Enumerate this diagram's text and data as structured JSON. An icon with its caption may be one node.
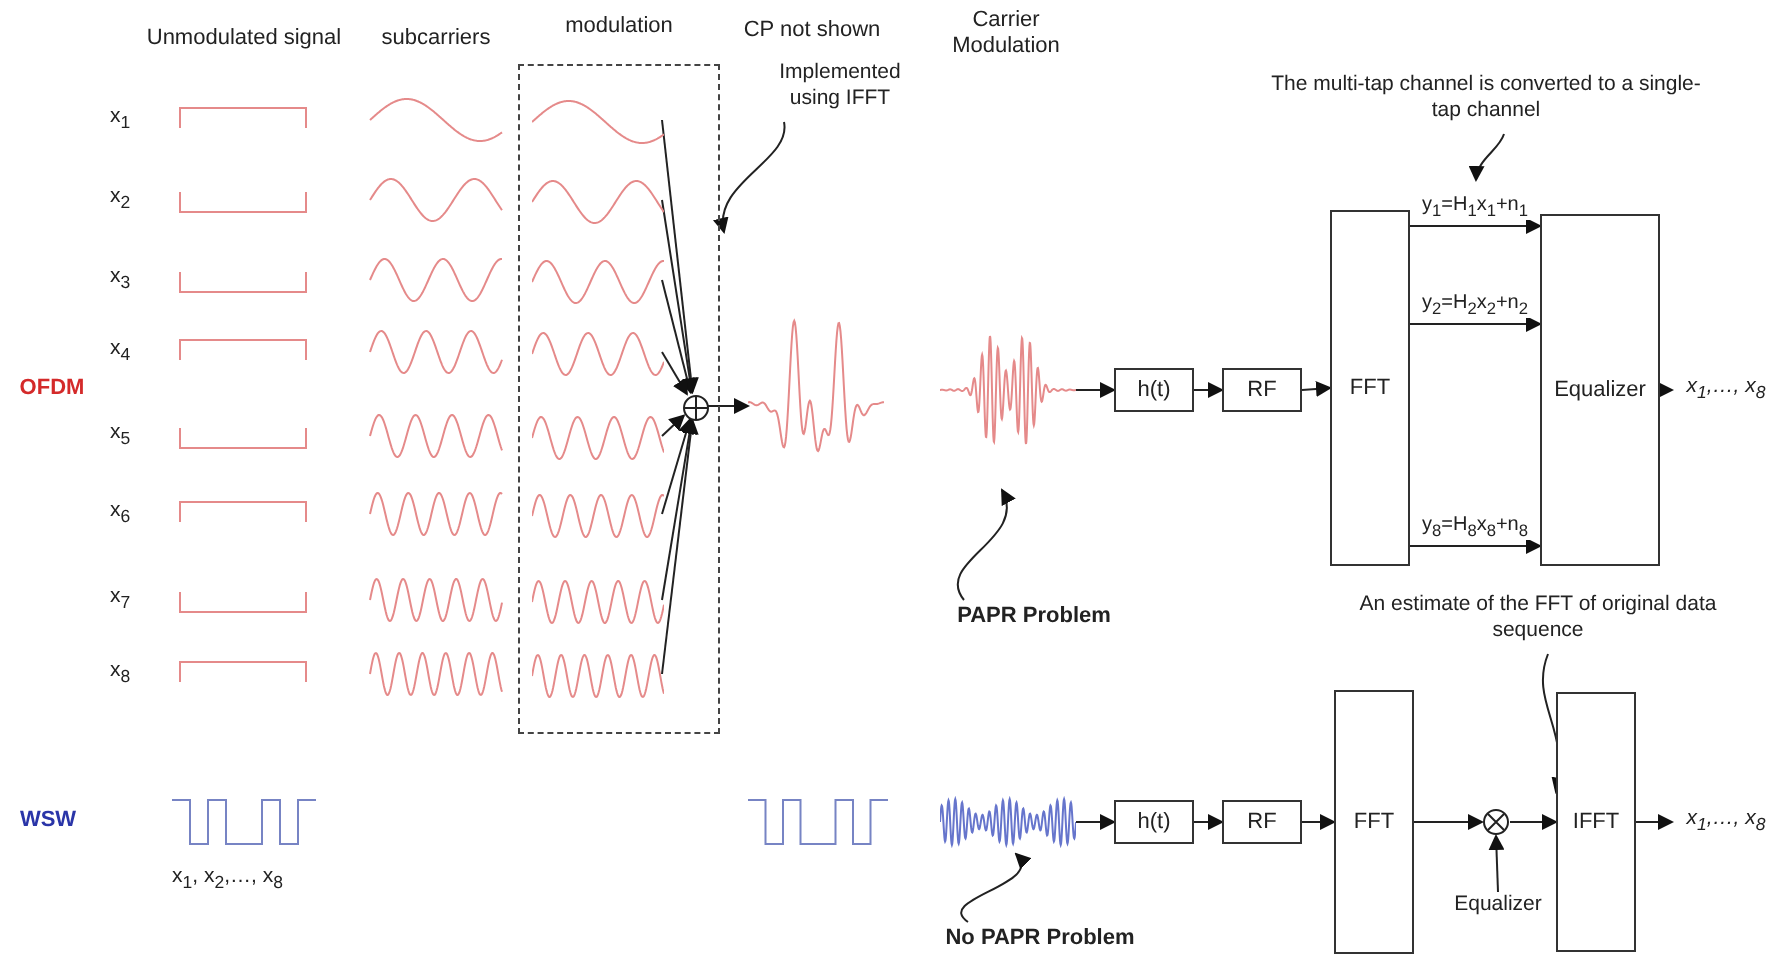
{
  "diagram": {
    "nodes": [
      {
        "text": [
          "modulation"
        ]
      },
      {
        "text": [],
        "shape": "picture",
        "in": 0
      },
      {
        "text": [],
        "shape": "picture",
        "in": 0
      },
      {
        "text": [],
        "shape": "picture",
        "in": 0
      },
      {
        "text": [],
        "shape": "picture",
        "in": 0
      },
      {
        "text": [],
        "shape": "picture",
        "in": 0
      },
      {
        "text": [],
        "shape": "picture",
        "in": 0
      },
      {
        "text": [],
        "shape": "picture",
        "in": 0
      },
      {
        "text": [],
        "shape": "picture",
        "in": 0
      },
      {
        "text": [],
        "shape": "circle",
        "in": 0
      },
      {
        "text": [],
        "shape": "picture"
      },
      {
        "text": [
          "Implemented using IFFT"
        ]
      },
      {
        "text": [],
        "shape": "picture"
      },
      {
        "text": [
          "PAPR Problem"
        ]
      },
      {
        "text": [
          "h(t)"
        ]
      },
      {
        "text": [
          "RF"
        ]
      },
      {
        "text": [
          "FFT"
        ]
      },
      {
        "text": [
          "Equalizer"
        ]
      },
      {
        "text": [
          "x$_{1}$,…, x$_{8}$"
        ]
      },
      {
        "text": [
          "The multi-tap channel is converted to a single-tap channel"
        ]
      },
      {
        "text": [],
        "shape": "picture",
        "beside": [
          "x$_{1}$, x$_{2}$,…, x$_{8}$"
        ]
      },
      {
        "text": [],
        "shape": "picture"
      },
      {
        "text": [],
        "shape": "picture"
      },
      {
        "text": [
          "No PAPR Problem"
        ]
      },
      {
        "text": [
          "h(t)"
        ]
      },
      {
        "text": [
          "RF"
        ]
      },
      {
        "text": [
          "FFT"
        ]
      },
      {
        "text": [],
        "shape": "circle"
      },
      {
        "text": [
          "IFFT"
        ]
      },
      {
        "text": [
          "x$_{1}$,…, x$_{8}$"
        ]
      },
      {
        "text": [
          "Equalizer"
        ]
      },
      {
        "text": [
          "An estimate of the FFT of original data sequence"
        ]
      }
    ],
    "edges": [
      {
        "from": 1,
        "to": 9,
        "arrow": "to"
      },
      {
        "from": 2,
        "to": 9,
        "arrow": "to"
      },
      {
        "from": 3,
        "to": 9,
        "arrow": "to"
      },
      {
        "from": 4,
        "to": 9,
        "arrow": "to"
      },
      {
        "from": 5,
        "to": 9,
        "arrow": "to"
      },
      {
        "from": 6,
        "to": 9,
        "arrow": "to"
      },
      {
        "from": 7,
        "to": 9,
        "arrow": "to"
      },
      {
        "from": 8,
        "to": 9,
        "arrow": "to"
      },
      {
        "from": 9,
        "to": 10,
        "arrow": "to"
      },
      {
        "from": 11,
        "to": 0,
        "arrow": "to"
      },
      {
        "from": 12,
        "to": 14,
        "arrow": "to"
      },
      {
        "from": 13,
        "to": 12,
        "arrow": "to"
      },
      {
        "from": 14,
        "to": 15,
        "arrow": "to"
      },
      {
        "from": 15,
        "to": 16,
        "arrow": "to"
      },
      {
        "from": 16,
        "to": 17,
        "arrow": "to",
        "label": "y$_{1}$=H$_{1}$x$_{1}$+n$_{1}$"
      },
      {
        "from": 16,
        "to": 17,
        "arrow": "to",
        "label": "y$_{2}$=H$_{2}$x$_{2}$+n$_{2}$"
      },
      {
        "from": 16,
        "to": 17,
        "arrow": "to",
        "label": "y$_{8}$=H$_{8}$x$_{8}$+n$_{8}$"
      },
      {
        "from": 17,
        "to": 18,
        "arrow": "to"
      },
      {
        "from": 19,
        "to": null,
        "arrow": "to"
      },
      {
        "from": 22,
        "to": 24,
        "arrow": "to"
      },
      {
        "from": 23,
        "to": 22,
        "arrow": "to"
      },
      {
        "from": 24,
        "to": 25,
        "arrow": "to"
      },
      {
        "from": 25,
        "to": 26,
        "arrow": "to"
      },
      {
        "from": 26,
        "to": 27,
        "arrow": "to"
      },
      {
        "from": 27,
        "to": 28,
        "arrow": "to"
      },
      {
        "from": 30,
        "to": 27,
        "arrow": "to"
      },
      {
        "from": 28,
        "to": 29,
        "arrow": "to"
      },
      {
        "from": 31,
        "to": 28,
        "arrow": "to"
      }
    ],
    "labels": [
      "Unmodulated signal",
      "subcarriers",
      "CP not shown",
      "Carrier Modulation",
      "x$_{1}$",
      "x$_{2}$",
      "x$_{3}$",
      "x$_{4}$",
      "x$_{5}$",
      "x$_{6}$",
      "x$_{7}$",
      "x$_{8}$",
      "OFDM",
      "WSW"
    ]
  }
}
